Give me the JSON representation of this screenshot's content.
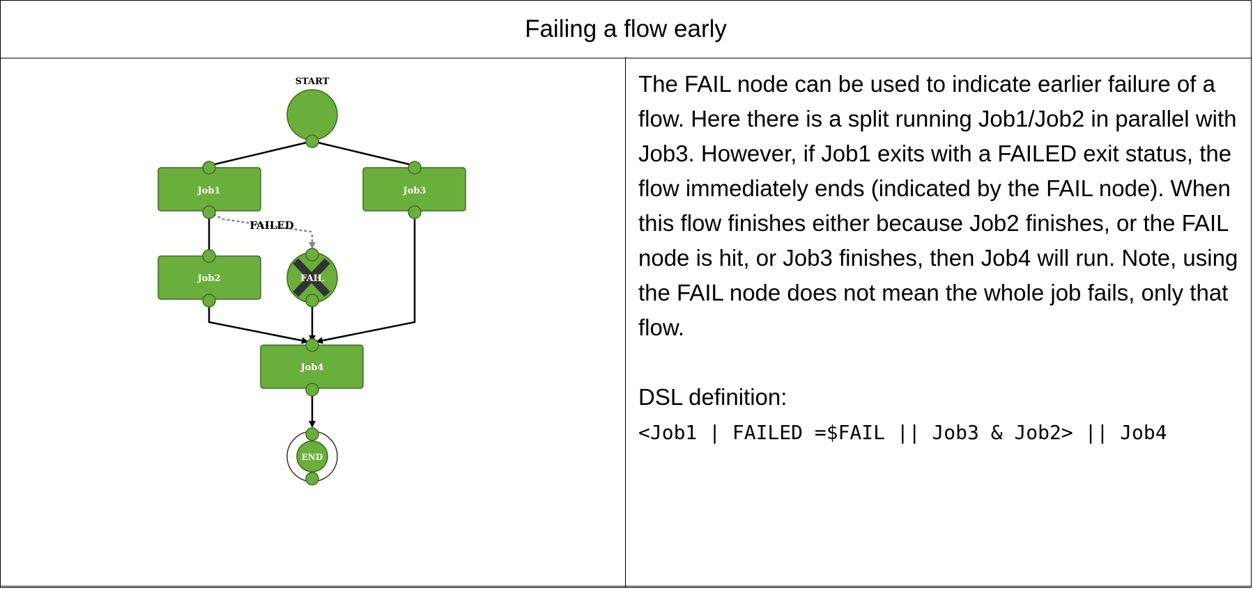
{
  "title": "Failing a flow early",
  "description": "The FAIL node can be used to indicate earlier failure of a flow. Here there is a split running Job1/Job2 in parallel with Job3. However, if Job1 exits with a FAILED exit status, the flow immediately ends (indicated by the FAIL node). When this flow finishes either because Job2 finishes, or the FAIL node is hit, or Job3 finishes, then Job4 will run. Note, using the FAIL node does not mean the whole job fails, only that flow.",
  "dsl_label": "DSL definition:",
  "dsl_code": "<Job1 | FAILED =$FAIL || Job3 & Job2> || Job4",
  "diagram": {
    "start_label": "START",
    "job1": "Job1",
    "job2": "Job2",
    "job3": "Job3",
    "job4": "Job4",
    "fail_label": "FAIL",
    "failed_edge_label": "FAILED",
    "end_label": "END"
  },
  "colors": {
    "node_fill": "#6aaf3c",
    "node_stroke": "#3d6b22",
    "edge": "#000000",
    "failed_edge": "#888888"
  }
}
